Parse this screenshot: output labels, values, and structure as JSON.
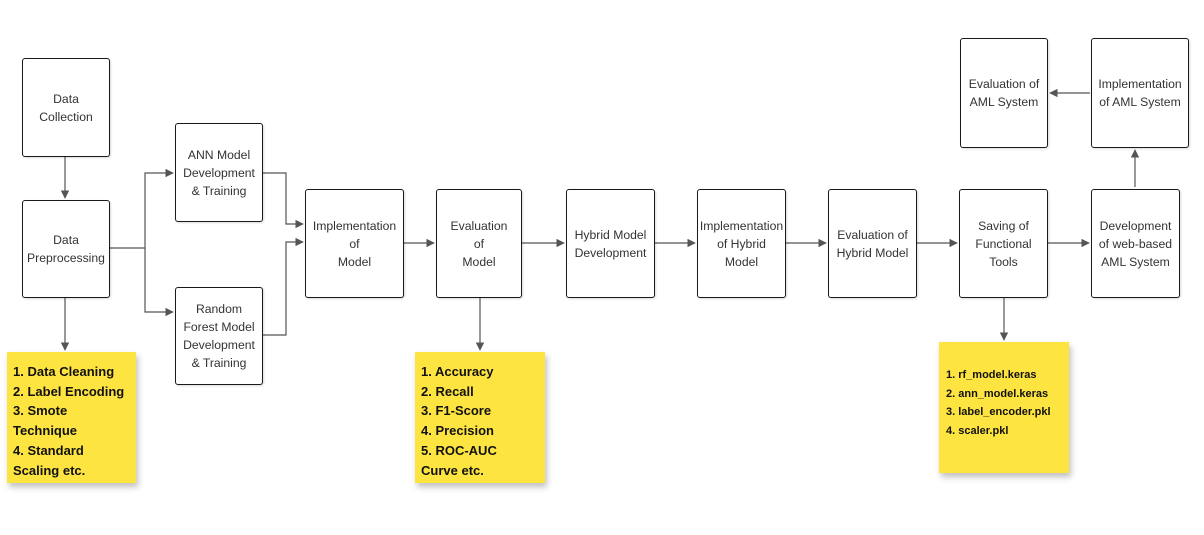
{
  "nodes": {
    "data_collection": "Data\nCollection",
    "data_preprocessing": "Data\nPreprocessing",
    "ann_model": "ANN Model\nDevelopment\n& Training",
    "rf_model": "Random\nForest Model\nDevelopment\n& Training",
    "implementation_model": "Implementation\nof\nModel",
    "evaluation_model": "Evaluation\nof\nModel",
    "hybrid_development": "Hybrid Model\nDevelopment",
    "implementation_hybrid": "Implementation\nof Hybrid Model",
    "evaluation_hybrid": "Evaluation of\nHybrid Model",
    "saving_tools": "Saving of\nFunctional\nTools",
    "web_aml_development": "Development\nof web-based\nAML System",
    "implementation_aml": "Implementation\nof AML System",
    "evaluation_aml": "Evaluation of\nAML System"
  },
  "notes": {
    "preprocessing_steps": [
      "1. Data Cleaning",
      "2. Label Encoding",
      "3. Smote\n    Technique",
      "4. Standard\n    Scaling etc."
    ],
    "evaluation_metrics": [
      "1. Accuracy",
      "2. Recall",
      "3. F1-Score",
      "4. Precision",
      "5.  ROC-AUC\n    Curve etc."
    ],
    "saved_tools": [
      "1.   rf_model.keras",
      "2.   ann_model.keras",
      "3.   label_encoder.pkl",
      "4.   scaler.pkl"
    ]
  },
  "colors": {
    "node_border": "#1a1a1a",
    "node_text": "#333333",
    "arrow": "#555555",
    "sticky_note": "#fee440"
  }
}
